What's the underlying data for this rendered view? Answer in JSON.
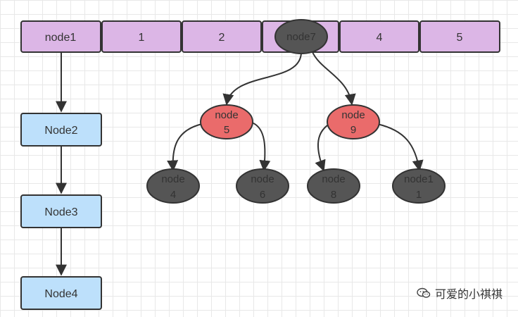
{
  "array": {
    "cells": [
      "node1",
      "1",
      "2",
      "",
      "4",
      "5"
    ]
  },
  "list": {
    "items": [
      "Node2",
      "Node3",
      "Node4"
    ]
  },
  "tree": {
    "root": "node7",
    "children": [
      {
        "lines": [
          "node",
          "5"
        ],
        "color": "red",
        "children": [
          {
            "lines": [
              "node",
              "4"
            ]
          },
          {
            "lines": [
              "node",
              "6"
            ]
          }
        ]
      },
      {
        "lines": [
          "node",
          "9"
        ],
        "color": "red",
        "children": [
          {
            "lines": [
              "node",
              "8"
            ]
          },
          {
            "lines": [
              "node1",
              "1"
            ]
          }
        ]
      }
    ]
  },
  "watermark": {
    "text": "可爱的小祺祺"
  },
  "colors": {
    "purple": "#dcb6e6",
    "blue": "#bde0fb",
    "red": "#ea6b6b",
    "gray": "#555555",
    "stroke": "#333333"
  }
}
